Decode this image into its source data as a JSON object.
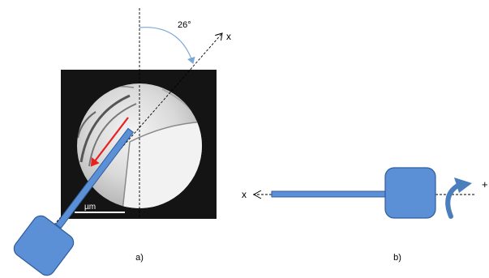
{
  "panel_a": {
    "angle_label": "26°",
    "axis_label": "x",
    "scale_unit": "µm",
    "caption": "a)"
  },
  "panel_b": {
    "axis_label": "x",
    "edge_label": "+",
    "caption": "b)"
  },
  "colors": {
    "probe_fill": "#5b8fd6",
    "probe_stroke": "#2e5d9c",
    "arrow_red": "#e8201f",
    "curved_arrow": "#4a7ebd",
    "angle_arc": "#7aa6d8"
  }
}
